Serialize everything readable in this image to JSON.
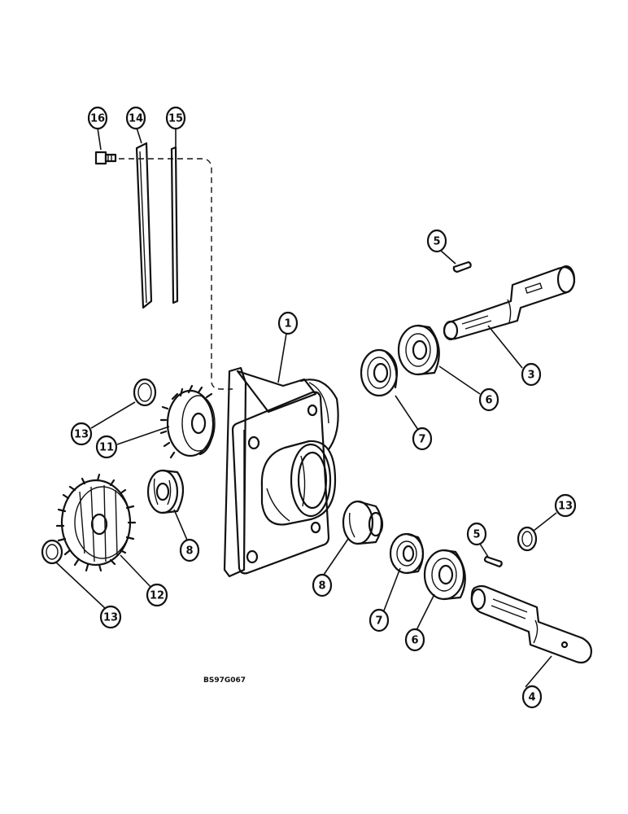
{
  "figure_id": "BS97G067",
  "callouts": [
    {
      "id": "c16",
      "label": "16"
    },
    {
      "id": "c14",
      "label": "14"
    },
    {
      "id": "c15",
      "label": "15"
    },
    {
      "id": "c5a",
      "label": "5"
    },
    {
      "id": "c1",
      "label": "1"
    },
    {
      "id": "c3",
      "label": "3"
    },
    {
      "id": "c6a",
      "label": "6"
    },
    {
      "id": "c7a",
      "label": "7"
    },
    {
      "id": "c13a",
      "label": "13"
    },
    {
      "id": "c11",
      "label": "11"
    },
    {
      "id": "c8a",
      "label": "8"
    },
    {
      "id": "c12",
      "label": "12"
    },
    {
      "id": "c13b",
      "label": "13"
    },
    {
      "id": "c13c",
      "label": "13"
    },
    {
      "id": "c5b",
      "label": "5"
    },
    {
      "id": "c8b",
      "label": "8"
    },
    {
      "id": "c7b",
      "label": "7"
    },
    {
      "id": "c6b",
      "label": "6"
    },
    {
      "id": "c4",
      "label": "4"
    }
  ]
}
